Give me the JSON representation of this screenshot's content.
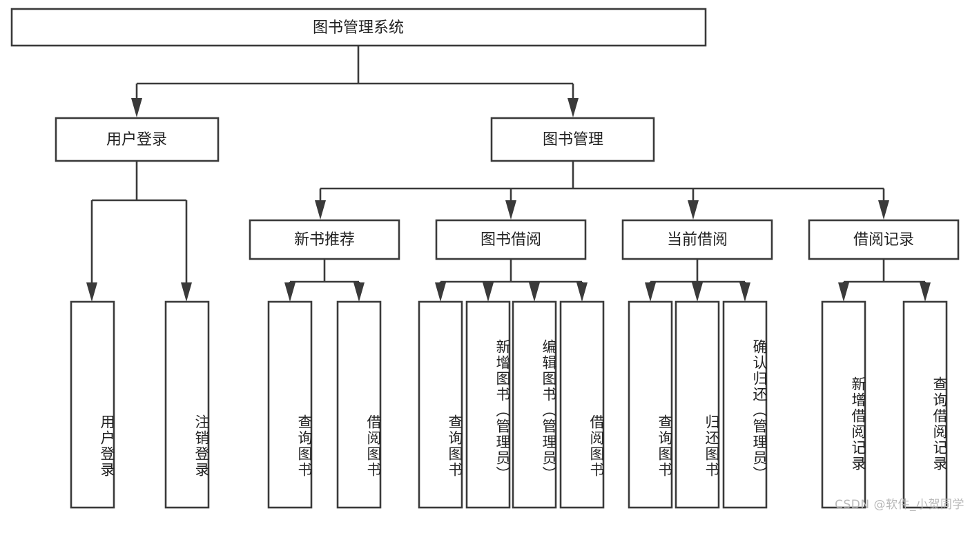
{
  "diagram": {
    "title": "图书管理系统",
    "type": "tree-hierarchy-diagram",
    "colors": {
      "box_stroke": "#3a3a3a",
      "box_fill": "#ffffff",
      "text": "#222222",
      "background": "#ffffff",
      "watermark": "#b8b8b8"
    },
    "root": {
      "label": "图书管理系统"
    },
    "level2": [
      {
        "label": "用户登录"
      },
      {
        "label": "图书管理"
      }
    ],
    "level3": [
      {
        "label": "新书推荐"
      },
      {
        "label": "图书借阅"
      },
      {
        "label": "当前借阅"
      },
      {
        "label": "借阅记录"
      }
    ],
    "leaves": {
      "user_login": [
        {
          "label": "用户登录"
        },
        {
          "label": "注销登录"
        }
      ],
      "new_book_recommend": [
        {
          "label": "查询图书"
        },
        {
          "label": "借阅图书"
        }
      ],
      "book_borrow": [
        {
          "label": "查询图书"
        },
        {
          "label": "新增图书（管理员）"
        },
        {
          "label": "编辑图书（管理员）"
        },
        {
          "label": "借阅图书"
        }
      ],
      "current_borrow": [
        {
          "label": "查询图书"
        },
        {
          "label": "归还图书"
        },
        {
          "label": "确认归还（管理员）"
        }
      ],
      "borrow_record": [
        {
          "label": "新增借阅记录"
        },
        {
          "label": "查询借阅记录"
        }
      ]
    }
  },
  "watermark": {
    "text": "CSDN @软件_小贺同学"
  }
}
